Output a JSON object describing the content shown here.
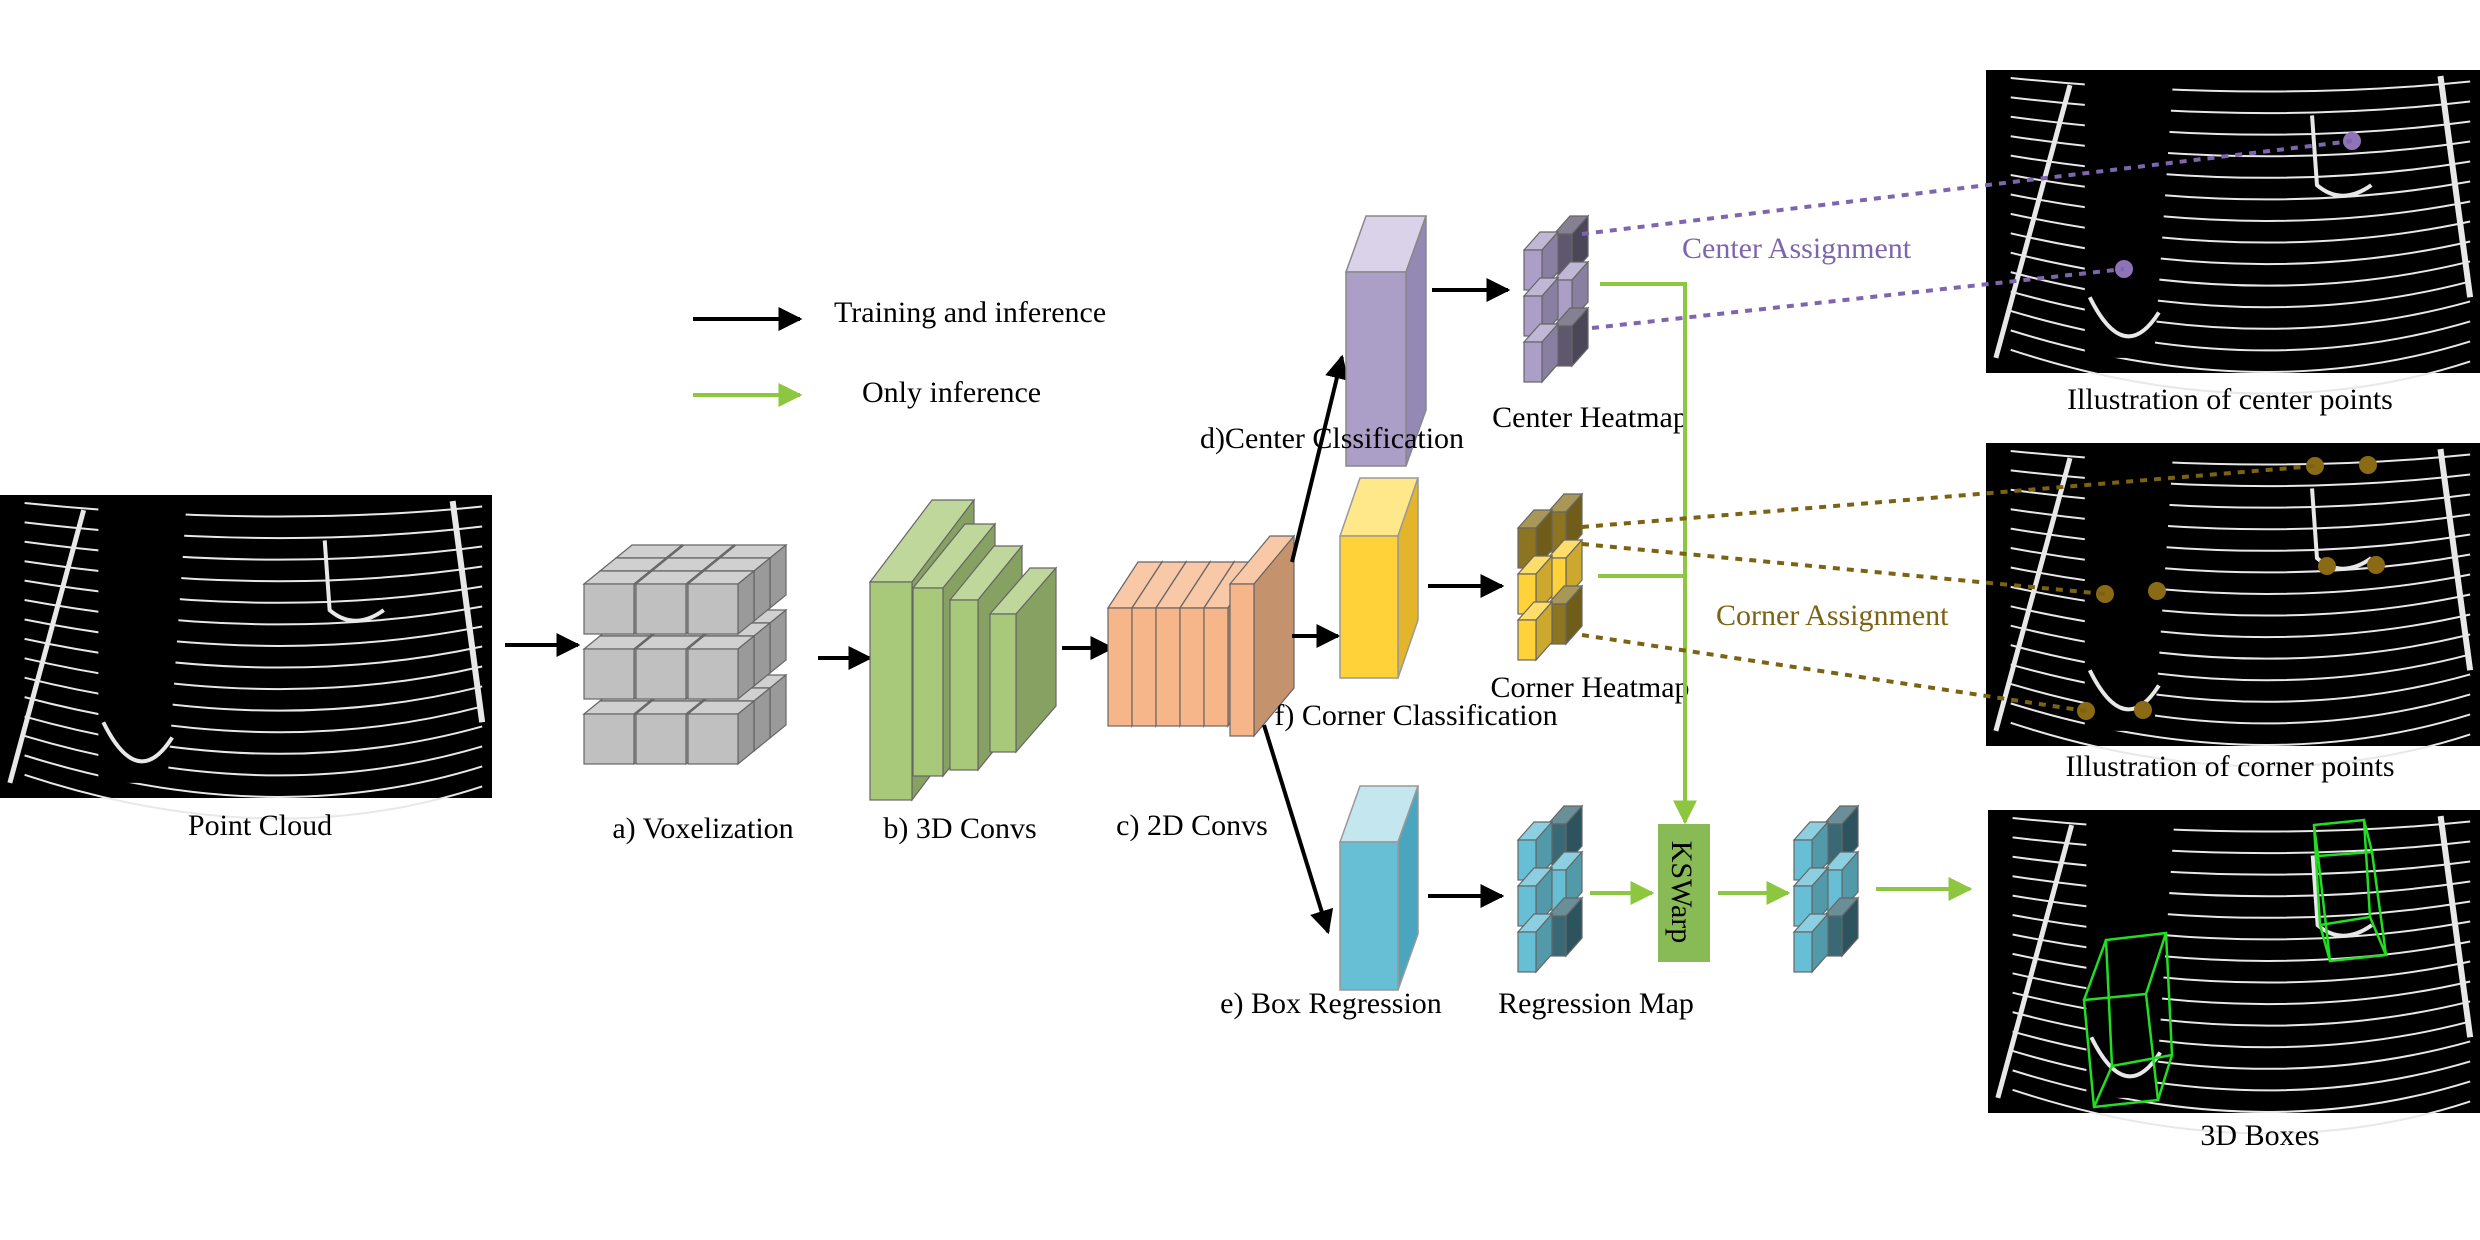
{
  "labels": {
    "point_cloud": "Point Cloud",
    "voxelization": "a) Voxelization",
    "conv3d": "b) 3D Convs",
    "conv2d": "c) 2D Convs",
    "center_cls": "d)Center Clssification",
    "box_reg": "e) Box Regression",
    "corner_cls": "f) Corner Classification",
    "center_heatmap": "Center Heatmap",
    "corner_heatmap": "Corner Heatmap",
    "regression_map": "Regression Map",
    "kswarp": "KSWarp",
    "center_assignment": "Center Assignment",
    "corner_assignment": "Corner Assignment",
    "illus_center": "Illustration of center points",
    "illus_corner": "Illustration of corner points",
    "boxes_3d": "3D Boxes"
  },
  "legend": {
    "train_label": "Training and inference",
    "infer_label": "Only inference",
    "train_color": "#000000",
    "infer_color": "#8dc63f"
  },
  "colors": {
    "voxel": "#c0c0c0",
    "conv3d": "#a9c97a",
    "conv2d": "#f6b68a",
    "center": "#ab9fc8",
    "corner": "#ffd23a",
    "regression": "#66bfd5",
    "kswarp_bg": "#88bb55",
    "center_line": "#7d66ad",
    "corner_line": "#7c6213",
    "box_green": "#22dd22"
  }
}
